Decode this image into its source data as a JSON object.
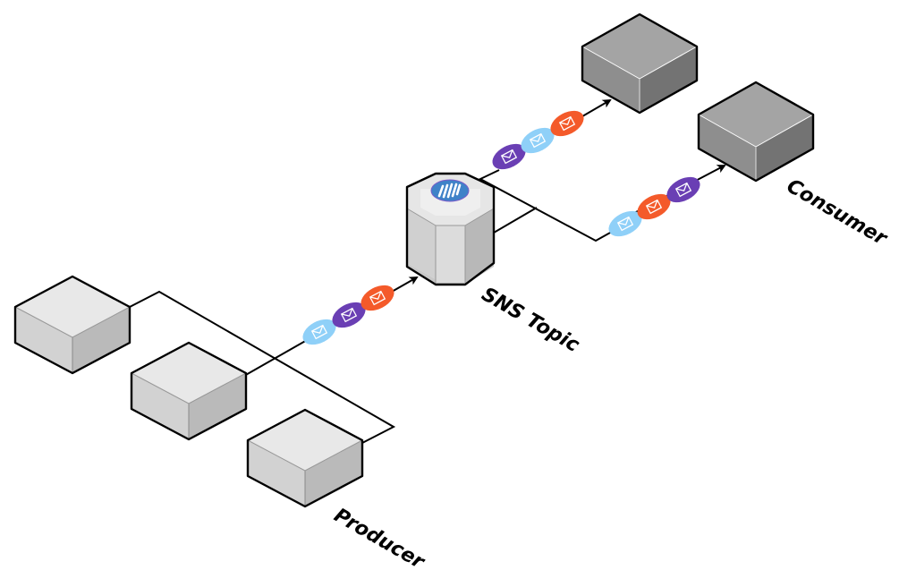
{
  "diagram": {
    "title": "SNS fan-out: Producer to SNS Topic to Consumers",
    "labels": {
      "producer": "Producer",
      "topic": "SNS Topic",
      "consumer": "Consumer"
    },
    "nodes": [
      {
        "id": "producer-1",
        "kind": "producer-box",
        "group": "Producer"
      },
      {
        "id": "producer-2",
        "kind": "producer-box",
        "group": "Producer"
      },
      {
        "id": "producer-3",
        "kind": "producer-box",
        "group": "Producer"
      },
      {
        "id": "sns-topic",
        "kind": "sns-topic-cylinder",
        "icon": "sns-topic-icon",
        "group": "SNS Topic"
      },
      {
        "id": "consumer-1",
        "kind": "consumer-box",
        "group": "Consumer"
      },
      {
        "id": "consumer-2",
        "kind": "consumer-box",
        "group": "Consumer"
      }
    ],
    "edges": [
      {
        "from": "producers",
        "to": "sns-topic",
        "messages": [
          "light-blue",
          "purple",
          "orange"
        ]
      },
      {
        "from": "sns-topic",
        "to": "consumer-1",
        "messages": [
          "purple",
          "light-blue",
          "orange"
        ]
      },
      {
        "from": "sns-topic",
        "to": "consumer-2",
        "messages": [
          "light-blue",
          "orange",
          "purple"
        ]
      }
    ],
    "colors": {
      "light-blue": "#8fd0f8",
      "purple": "#6a3fb4",
      "orange": "#f45a2a",
      "producer_top": "#e8e8e8",
      "producer_left": "#d2d2d2",
      "producer_right": "#bababa",
      "consumer_top": "#a4a4a4",
      "consumer_left": "#8e8e8e",
      "consumer_right": "#737373",
      "sns_icon": "#3f82c8"
    }
  }
}
